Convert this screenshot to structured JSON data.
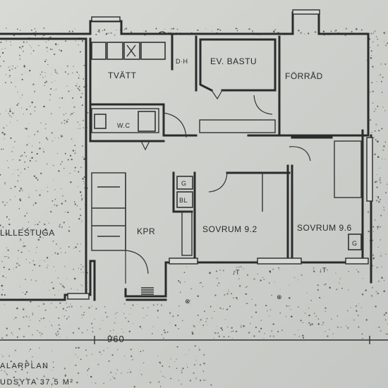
{
  "rooms": {
    "tvatt": "TVÄTT",
    "dh": "D·H",
    "bastu": "EV. BASTU",
    "forrad": "FÖRRÅD",
    "wc": "W.C",
    "kpr": "KPR",
    "sovrum1": "SOVRUM 9.2",
    "sovrum2": "SOVRUM 9.6",
    "lillestuga": "LILLESTUGA"
  },
  "fixtures": {
    "g1": "G",
    "bl": "BL",
    "g2": "G"
  },
  "dimension": "960",
  "bottom_text": {
    "line1": "ALARPLAN",
    "line2": "UDSYTA 37,5 M²"
  },
  "colors": {
    "paper": "#d3d5d1",
    "ink": "#2b2b2b"
  }
}
